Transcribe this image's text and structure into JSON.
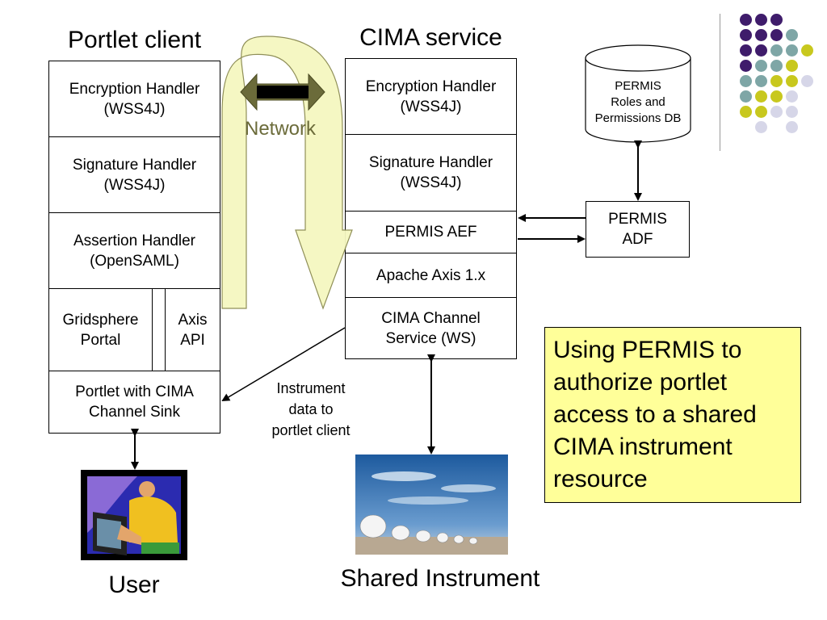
{
  "portlet_client": {
    "title": "Portlet client",
    "encryption": "Encryption Handler\n(WSS4J)",
    "signature": "Signature Handler\n(WSS4J)",
    "assertion": "Assertion Handler\n(OpenSAML)",
    "gridsphere": "Gridsphere\nPortal",
    "axis_api": "Axis\nAPI",
    "portlet_sink": "Portlet with CIMA\nChannel Sink"
  },
  "cima_service": {
    "title": "CIMA service",
    "encryption": "Encryption Handler\n(WSS4J)",
    "signature": "Signature Handler\n(WSS4J)",
    "permis_aef": "PERMIS AEF",
    "apache_axis": "Apache Axis 1.x",
    "channel_service": "CIMA Channel\nService (WS)"
  },
  "network_label": "Network",
  "permis_db": "PERMIS\nRoles and\nPermissions DB",
  "permis_adf": "PERMIS\nADF",
  "instrument_data_label": "Instrument\ndata to\nportlet client",
  "note": "Using PERMIS to authorize portlet access to a shared CIMA instrument resource",
  "user_label": "User",
  "shared_instrument_label": "Shared Instrument",
  "colors": {
    "purple": "#3f1c6b",
    "teal": "#7ea6a6",
    "yellow": "#c8c81e",
    "lavender": "#d6d6e8",
    "note_bg": "#ffff99",
    "network_arrow": "#f5f7c0"
  }
}
